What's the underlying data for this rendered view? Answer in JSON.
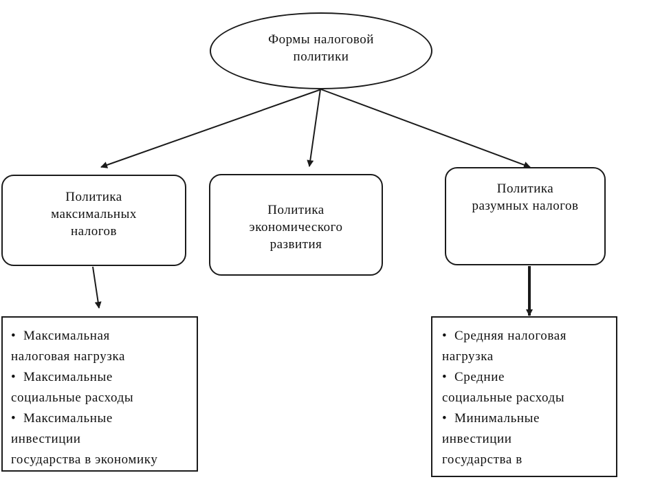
{
  "root": {
    "line1": "Формы налоговой",
    "line2": "политики"
  },
  "branches": [
    {
      "lines": [
        "Политика",
        "максимальных",
        "налогов"
      ]
    },
    {
      "lines": [
        "Политика",
        "экономического",
        "развития"
      ]
    },
    {
      "lines": [
        "Политика",
        "разумных налогов"
      ]
    }
  ],
  "left_list": {
    "bullet": "•",
    "items": [
      {
        "lines": [
          "Максимальная",
          "налоговая нагрузка"
        ]
      },
      {
        "lines": [
          "Максимальные",
          "социальные расходы"
        ]
      },
      {
        "lines": [
          "Максимальные",
          "инвестиции",
          "государства в экономику"
        ]
      }
    ]
  },
  "right_list": {
    "bullet": "•",
    "items": [
      {
        "lines": [
          "Средняя налоговая",
          "нагрузка"
        ]
      },
      {
        "lines": [
          "Средние",
          "социальные расходы"
        ]
      },
      {
        "lines": [
          "Минимальные",
          "инвестиции",
          "государства в"
        ]
      }
    ]
  },
  "colors": {
    "line": "#1a1a1a",
    "background": "#ffffff"
  }
}
